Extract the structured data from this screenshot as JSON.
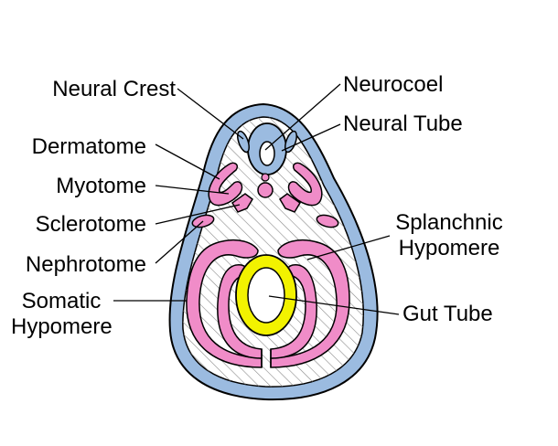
{
  "labels": {
    "neural_crest": "Neural Crest",
    "dermatome": "Dermatome",
    "myotome": "Myotome",
    "sclerotome": "Sclerotome",
    "nephrotome": "Nephrotome",
    "somatic_line1": "Somatic",
    "somatic_line2": "Hypomere",
    "neurocoel": "Neurocoel",
    "neural_tube": "Neural Tube",
    "splanchnic_line1": "Splanchnic",
    "splanchnic_line2": "Hypomere",
    "gut_tube": "Gut Tube"
  },
  "colors": {
    "ectoderm": "#9bbbe0",
    "mesoderm": "#f08cc8",
    "endoderm": "#f2f200",
    "outline": "#000000",
    "hatch": "#8a8a8a"
  }
}
